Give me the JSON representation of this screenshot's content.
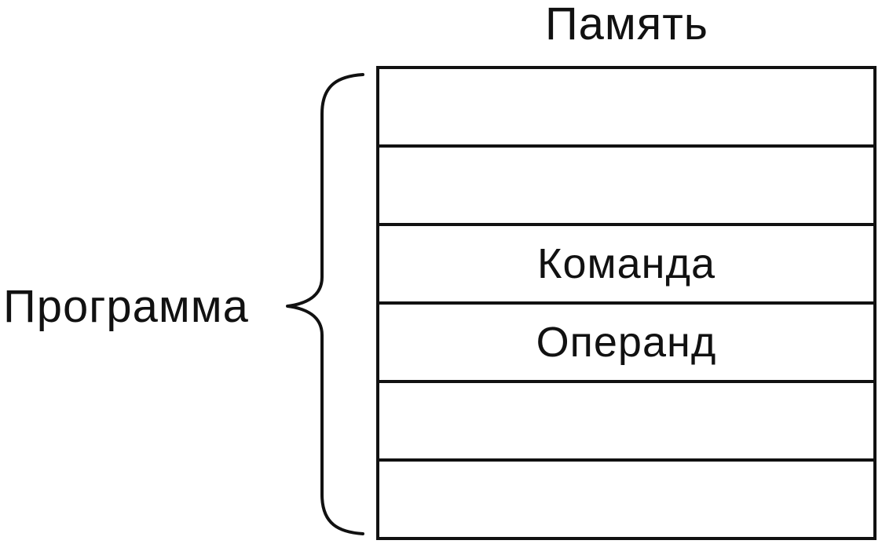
{
  "memory": {
    "title": "Память",
    "cells": [
      {
        "label": ""
      },
      {
        "label": ""
      },
      {
        "label": "Команда"
      },
      {
        "label": "Операнд"
      },
      {
        "label": ""
      },
      {
        "label": ""
      }
    ]
  },
  "program": {
    "label": "Программа"
  },
  "colors": {
    "ink": "#111111",
    "background": "#ffffff"
  }
}
